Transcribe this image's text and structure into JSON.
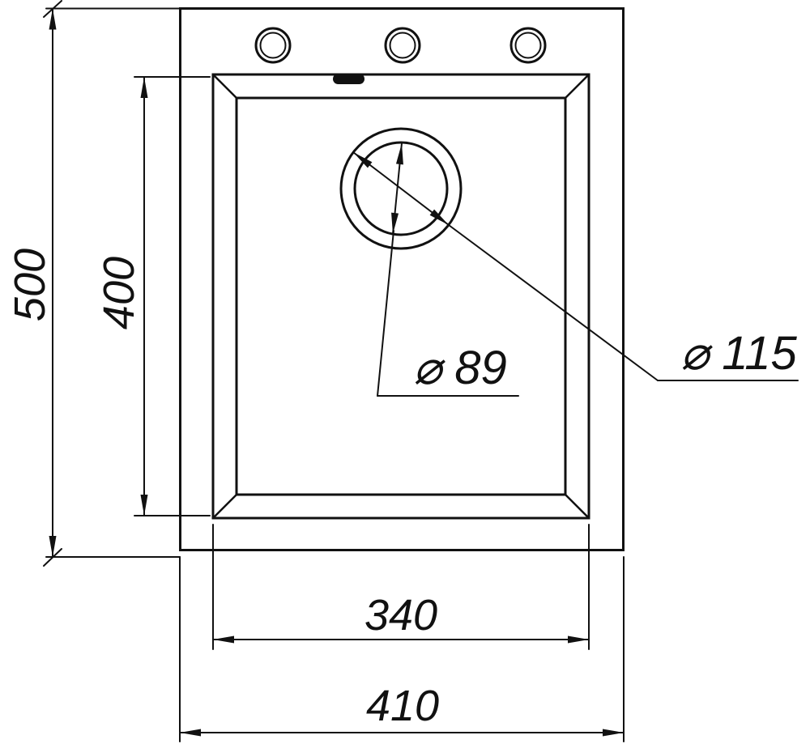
{
  "page": {
    "background": "#ffffff",
    "line_color": "#111111"
  },
  "drawing": {
    "description": "sink-top-view-technical-drawing",
    "dim_overall_height": "500",
    "dim_basin_height": "400",
    "dim_basin_width": "340",
    "dim_overall_width": "410",
    "label_drain_inner": "⌀ 89",
    "label_drain_outer": "⌀ 115"
  }
}
